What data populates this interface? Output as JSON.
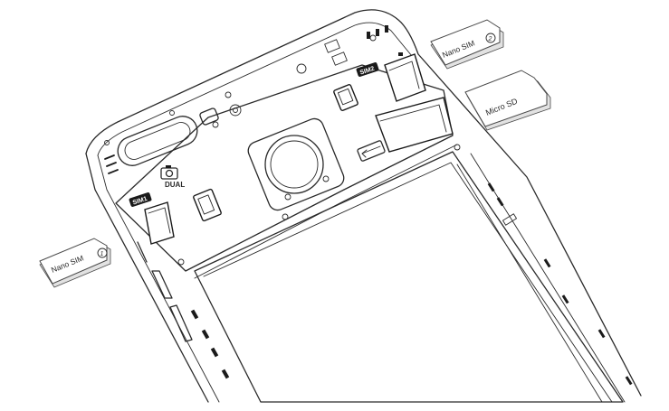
{
  "cards": {
    "nano_sim_1": {
      "label": "Nano SIM",
      "number": "1"
    },
    "nano_sim_2": {
      "label": "Nano SIM",
      "number": "2"
    },
    "micro_sd": {
      "label": "Micro SD"
    }
  },
  "phone": {
    "dual_label": "DUAL",
    "sim1_slot_label": "SIM1",
    "sim2_slot_label": "SIM2"
  }
}
